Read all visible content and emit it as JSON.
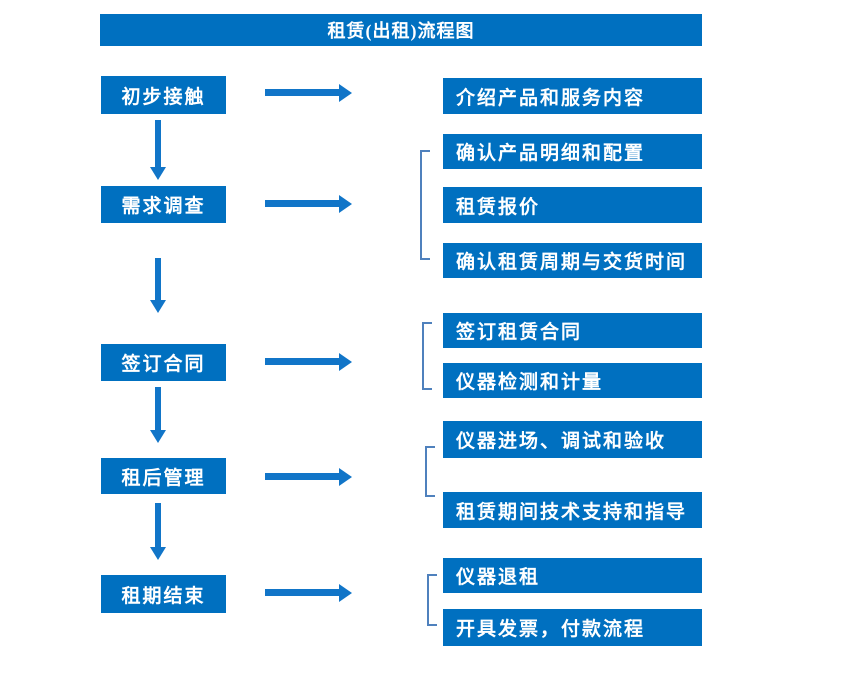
{
  "title": "租赁(出租)流程图",
  "colors": {
    "box_fill": "#0070C0",
    "arrow": "#1175C8",
    "bracket": "#4F81BD",
    "text": "#FFFFFF",
    "background": "#FFFFFF"
  },
  "flow": {
    "left_steps": [
      {
        "label": "初步接触"
      },
      {
        "label": "需求调查"
      },
      {
        "label": "签订合同"
      },
      {
        "label": "租后管理"
      },
      {
        "label": "租期结束"
      }
    ],
    "right_steps": [
      {
        "label": "介绍产品和服务内容"
      },
      {
        "label": "确认产品明细和配置"
      },
      {
        "label": "租赁报价"
      },
      {
        "label": "确认租赁周期与交货时间"
      },
      {
        "label": "签订租赁合同"
      },
      {
        "label": "仪器检测和计量"
      },
      {
        "label": "仪器进场、调试和验收"
      },
      {
        "label": "租赁期间技术支持和指导"
      },
      {
        "label": "仪器退租"
      },
      {
        "label": "开具发票，付款流程"
      }
    ],
    "connections": [
      {
        "from": "初步接触",
        "to": [
          "介绍产品和服务内容"
        ]
      },
      {
        "from": "需求调查",
        "to": [
          "确认产品明细和配置",
          "租赁报价",
          "确认租赁周期与交货时间"
        ]
      },
      {
        "from": "签订合同",
        "to": [
          "签订租赁合同",
          "仪器检测和计量"
        ]
      },
      {
        "from": "租后管理",
        "to": [
          "仪器进场、调试和验收",
          "租赁期间技术支持和指导"
        ]
      },
      {
        "from": "租期结束",
        "to": [
          "仪器退租",
          "开具发票，付款流程"
        ]
      }
    ]
  }
}
